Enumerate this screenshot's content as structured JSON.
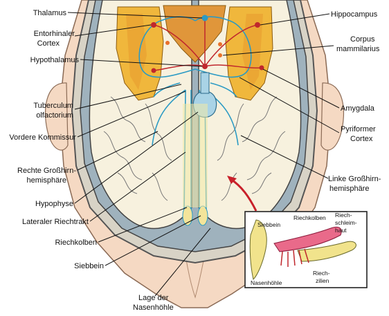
{
  "labels_left": {
    "thalamus": "Thalamus",
    "entorhinal_1": "Entorhinaler",
    "entorhinal_2": "Cortex",
    "hypothalamus": "Hypothalamus",
    "tuberculum_1": "Tuberculum",
    "tuberculum_2": "olfactorium",
    "vordere": "Vordere Kommissur",
    "rechte_1": "Rechte Großhirn-",
    "rechte_2": "hemisphäre",
    "hypophyse": "Hypophyse",
    "lateraler": "Lateraler Riechtrakt",
    "riechkolben": "Riechkolben",
    "siebbein": "Siebbein",
    "lage_1": "Lage der",
    "lage_2": "Nasenhöhle"
  },
  "labels_right": {
    "hippocampus": "Hippocampus",
    "corpus_1": "Corpus",
    "corpus_2": "mammilarius",
    "amygdala": "Amygdala",
    "piriformer_1": "Pyriformer",
    "piriformer_2": "Cortex",
    "linke_1": "Linke Großhirn-",
    "linke_2": "hemisphäre"
  },
  "inset": {
    "siebbein": "Siebbein",
    "riechkolben": "Riechkolben",
    "schleimhaut_1": "Riech-",
    "schleimhaut_2": "schleim-",
    "schleimhaut_3": "haut",
    "nasenhoehle": "Nasenhöhle",
    "zilien_1": "Riech-",
    "zilien_2": "zilien"
  },
  "colors": {
    "skin": "#f5d9c3",
    "brain": "#f7f1de",
    "limbic": "#f0b73c",
    "nerve": "#2a9ac4",
    "node_red": "#c0272d",
    "bulb_blue": "#a9d3e6"
  }
}
